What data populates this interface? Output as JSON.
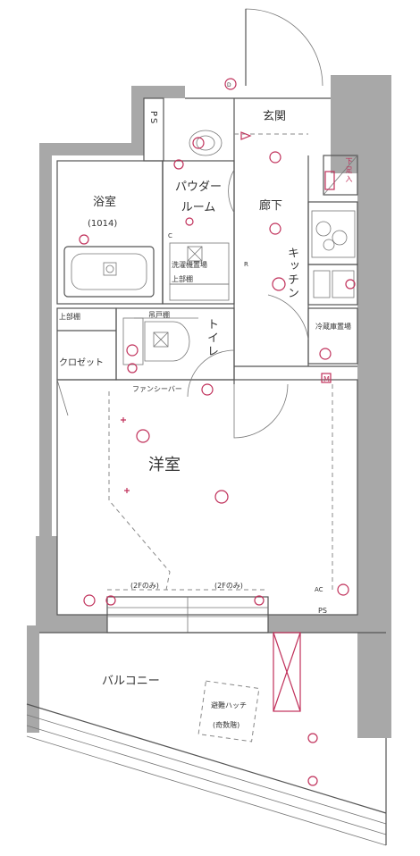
{
  "rooms": {
    "entrance": "玄関",
    "shoe_box": "下足入",
    "bathroom": "浴室",
    "bathroom_size": "(1014)",
    "powder_room": "パウダールーム",
    "hallway": "廊下",
    "kitchen": "キッチン",
    "washer_space": "洗濯機置場",
    "upper_cabinet_small": "上部棚",
    "upper_cabinet": "上部棚",
    "hanging_shelf": "吊戸棚",
    "toilet": "トイレ",
    "closet": "クロゼット",
    "fridge_space": "冷蔵庫置場",
    "fancy_bar": "ファンシーバー",
    "western_room": "洋室",
    "balcony": "バルコニー",
    "ps_top": "PS",
    "ps_bottom": "PS",
    "note_2f_left": "(2Fのみ)",
    "note_2f_right": "(2Fのみ)",
    "evac_hatch": "避難ハッチ",
    "evac_hatch_2": "(奇数階)"
  },
  "symbols": {
    "meter_m": "M",
    "marker_d": "D",
    "marker_c": "C",
    "marker_r": "R",
    "ac": "AC"
  },
  "colors": {
    "wall": "#a8a8a8",
    "line": "#555555",
    "accent": "#c0305a",
    "text": "#333333"
  }
}
